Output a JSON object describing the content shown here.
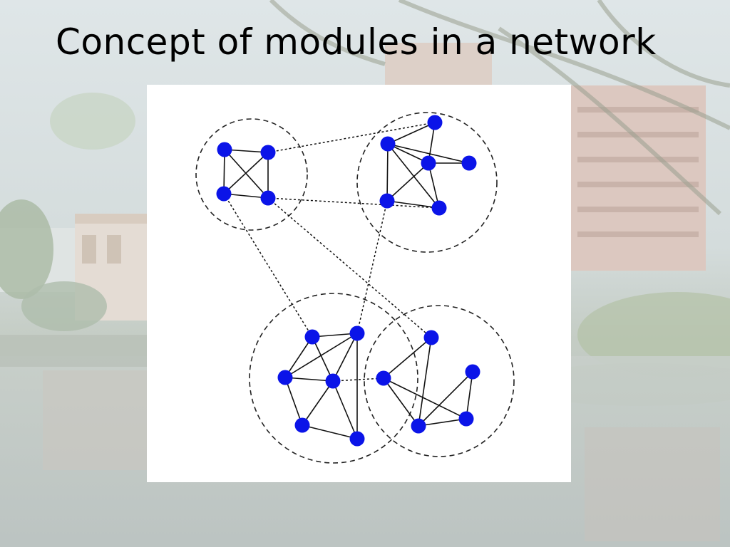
{
  "slide": {
    "title": "Concept of modules in a network"
  },
  "colors": {
    "node": "#0b14e8",
    "edge": "#111111",
    "module_boundary": "#222222",
    "panel": "#ffffff"
  },
  "network": {
    "modules": [
      {
        "id": "module-top-left",
        "nodes": [
          "A1",
          "A2",
          "A3",
          "A4"
        ]
      },
      {
        "id": "module-top-right",
        "nodes": [
          "B1",
          "B2",
          "B3",
          "B4",
          "B5",
          "B6"
        ]
      },
      {
        "id": "module-bottom-left",
        "nodes": [
          "C1",
          "C2",
          "C3",
          "C4",
          "C5",
          "C6"
        ]
      },
      {
        "id": "module-bottom-right",
        "nodes": [
          "D1",
          "D2",
          "D3",
          "D4",
          "D5"
        ]
      }
    ],
    "intra_edges": [
      [
        "A1",
        "A2"
      ],
      [
        "A1",
        "A3"
      ],
      [
        "A1",
        "A4"
      ],
      [
        "A2",
        "A3"
      ],
      [
        "A2",
        "A4"
      ],
      [
        "A3",
        "A4"
      ],
      [
        "B1",
        "B2"
      ],
      [
        "B1",
        "B4"
      ],
      [
        "B2",
        "B3"
      ],
      [
        "B2",
        "B4"
      ],
      [
        "B2",
        "B5"
      ],
      [
        "B2",
        "B6"
      ],
      [
        "B3",
        "B4"
      ],
      [
        "B3",
        "B6"
      ],
      [
        "B4",
        "B5"
      ],
      [
        "B4",
        "B6"
      ],
      [
        "C1",
        "C2"
      ],
      [
        "C1",
        "C3"
      ],
      [
        "C1",
        "C4"
      ],
      [
        "C2",
        "C3"
      ],
      [
        "C2",
        "C4"
      ],
      [
        "C2",
        "C6"
      ],
      [
        "C3",
        "C4"
      ],
      [
        "C3",
        "C5"
      ],
      [
        "C4",
        "C5"
      ],
      [
        "C4",
        "C6"
      ],
      [
        "C5",
        "C6"
      ],
      [
        "D1",
        "D2"
      ],
      [
        "D1",
        "D4"
      ],
      [
        "D2",
        "D4"
      ],
      [
        "D2",
        "D5"
      ],
      [
        "D3",
        "D4"
      ],
      [
        "D3",
        "D5"
      ],
      [
        "D4",
        "D5"
      ]
    ],
    "inter_edges": [
      [
        "A2",
        "B1"
      ],
      [
        "A4",
        "B6"
      ],
      [
        "A3",
        "C1"
      ],
      [
        "A4",
        "D1"
      ],
      [
        "B3",
        "C2"
      ],
      [
        "C4",
        "D2"
      ]
    ]
  }
}
